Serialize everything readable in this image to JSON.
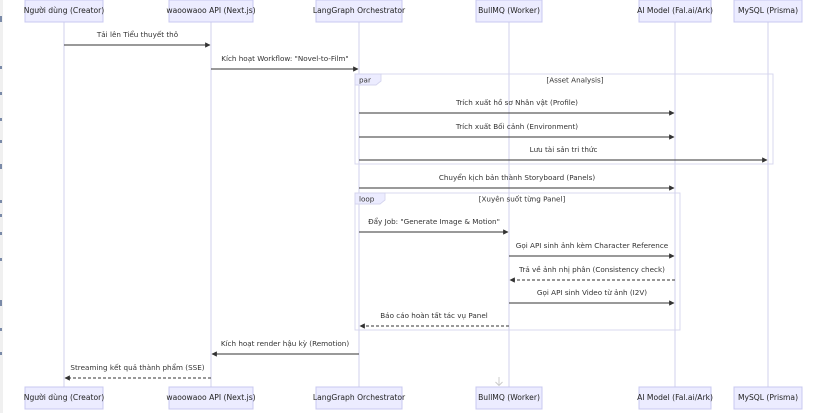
{
  "participants": [
    {
      "id": "user",
      "label": "Người dùng (Creator)"
    },
    {
      "id": "api",
      "label": "waoowaoo API (Next.js)"
    },
    {
      "id": "orch",
      "label": "LangGraph Orchestrator"
    },
    {
      "id": "bull",
      "label": "BullMQ (Worker)"
    },
    {
      "id": "ai",
      "label": "AI Model (Fal.ai/Ark)"
    },
    {
      "id": "db",
      "label": "MySQL (Prisma)"
    }
  ],
  "frames": [
    {
      "id": "par",
      "kind": "par",
      "condition": "[Asset Analysis]"
    },
    {
      "id": "loop",
      "kind": "loop",
      "condition": "[Xuyên suốt từng Panel]"
    }
  ],
  "messages": [
    {
      "from": "user",
      "to": "api",
      "label": "Tải lên Tiểu thuyết thô",
      "style": "solid"
    },
    {
      "from": "api",
      "to": "orch",
      "label": "Kích hoạt Workflow: \"Novel-to-Film\"",
      "style": "solid"
    },
    {
      "from": "orch",
      "to": "ai",
      "label": "Trích xuất hồ sơ Nhân vật (Profile)",
      "style": "solid"
    },
    {
      "from": "orch",
      "to": "ai",
      "label": "Trích xuất Bối cảnh (Environment)",
      "style": "solid"
    },
    {
      "from": "orch",
      "to": "db",
      "label": "Lưu tài sản tri thức",
      "style": "solid"
    },
    {
      "from": "orch",
      "to": "ai",
      "label": "Chuyển kịch bản thành Storyboard (Panels)",
      "style": "solid"
    },
    {
      "from": "orch",
      "to": "bull",
      "label": "Đẩy Job: \"Generate Image & Motion\"",
      "style": "solid"
    },
    {
      "from": "bull",
      "to": "ai",
      "label": "Gọi API sinh ảnh kèm Character Reference",
      "style": "solid"
    },
    {
      "from": "ai",
      "to": "bull",
      "label": "Trả về ảnh nhị phân (Consistency check)",
      "style": "dashed"
    },
    {
      "from": "bull",
      "to": "ai",
      "label": "Gọi API sinh Video từ ảnh (I2V)",
      "style": "solid"
    },
    {
      "from": "bull",
      "to": "orch",
      "label": "Báo cáo hoàn tất tác vụ Panel",
      "style": "dashed"
    },
    {
      "from": "orch",
      "to": "api",
      "label": "Kích hoạt render hậu kỳ (Remotion)",
      "style": "solid"
    },
    {
      "from": "api",
      "to": "user",
      "label": "Streaming kết quả thành phẩm (SSE)",
      "style": "dashed"
    }
  ]
}
